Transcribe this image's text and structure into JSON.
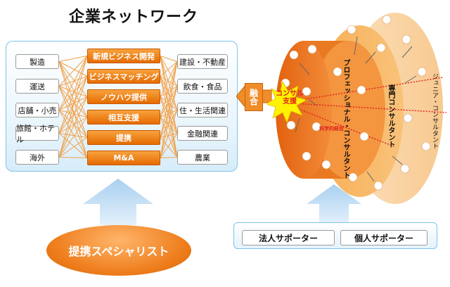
{
  "network": {
    "title": "企業ネットワーク",
    "left_items": [
      "製造",
      "運送",
      "店舗・小売",
      "旅館・ホテル",
      "海外"
    ],
    "mid_items": [
      "新規ビジネス開発",
      "ビジネスマッチング",
      "ノウハウ提供",
      "相互支援",
      "提携",
      "M&A"
    ],
    "right_items": [
      "建設・不動産",
      "飲食・食品",
      "住・生活関連",
      "金融関連",
      "農業"
    ]
  },
  "specialist": "提携スペシャリスト",
  "fusion": "融合",
  "consult": {
    "burst_label": "コンサル支援",
    "professional_label": "プロフェッショナル・コンサルタント",
    "expert_label": "専門コンサルタント",
    "junior_label": "ジュニア・コンサルタント",
    "science_label": "科学的経営"
  },
  "supporters": {
    "corporate": "法人サポーター",
    "individual": "個人サポーター"
  },
  "colors": {
    "accent_orange": "#f08c2a",
    "panel_border": "#7ec4ea",
    "arrow_blue": "#9cc6ec"
  }
}
